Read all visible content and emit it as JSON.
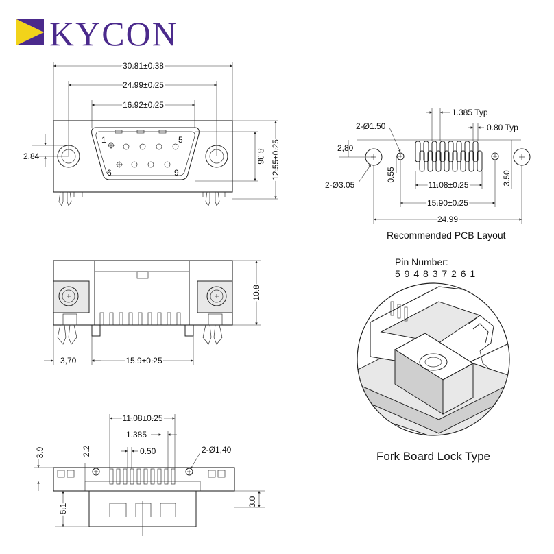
{
  "brand": {
    "name": "KYCON",
    "colors": {
      "primary": "#4b2a8c",
      "accent": "#f2d31a"
    }
  },
  "front_view": {
    "dims": {
      "overall_width": "30.81±0.38",
      "mount_hole_spacing": "24.99±0.25",
      "shell_width": "16.92±0.25",
      "hole_height": "2.84",
      "shell_height": "8.36",
      "overall_height": "12.55±0.25"
    },
    "pin_labels": {
      "pin1": "1",
      "pin5": "5",
      "pin6": "6",
      "pin9": "9"
    }
  },
  "pcb_layout": {
    "dims": {
      "locator_hole": "2-Ø1.50",
      "pitch": "1.385 Typ",
      "pad_width": "0.80 Typ",
      "mount_offset": "2,80",
      "mount_hole": "2-Ø3.05",
      "row_offset": "0.55",
      "pin_span": "11.08±0.25",
      "locator_spacing": "15.90±0.25",
      "mount_spacing": "24.99",
      "height": "3.50"
    },
    "caption": "Recommended PCB Layout"
  },
  "side_view": {
    "dims": {
      "height": "10.8",
      "edge_offset": "3,70",
      "locator_spacing": "15.9±0.25"
    }
  },
  "pin_number": {
    "label": "Pin Number:",
    "sequence": "5 9 4 8 3 7 2 6 1"
  },
  "detail": {
    "caption": "Fork Board Lock Type"
  },
  "bottom_view": {
    "dims": {
      "pin_span": "11.08±0.25",
      "pitch": "1.385",
      "pad": "0.50",
      "locator_hole": "2-Ø1,40",
      "height_a": "3.9",
      "height_b": "2.2",
      "depth": "6.1",
      "offset": "3.0"
    }
  }
}
